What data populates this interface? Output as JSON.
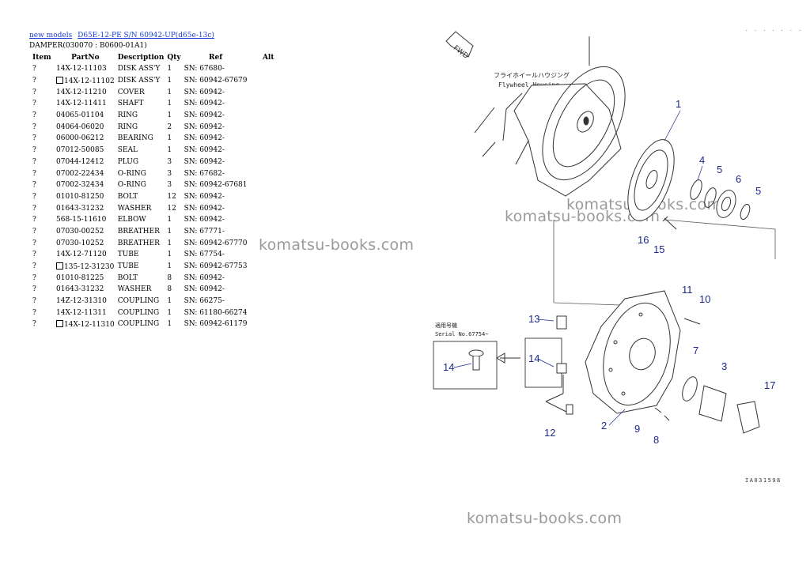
{
  "breadcrumb": {
    "link1": "new models",
    "link2": "D65E-12-PE S/N 60942-UP(d65e-13c)"
  },
  "subtitle": "DAMPER(030070 : B0600-01A1)",
  "columns": [
    "Item",
    "PartNo",
    "Description",
    "Qty",
    "Ref",
    "Alt"
  ],
  "rows": [
    {
      "item": "?",
      "boxed": false,
      "part": "14X-12-11103",
      "desc": "DISK ASS'Y",
      "qty": "1",
      "ref": "SN: 67680-"
    },
    {
      "item": "?",
      "boxed": true,
      "part": "14X-12-11102",
      "desc": "DISK ASS'Y",
      "qty": "1",
      "ref": "SN: 60942-67679"
    },
    {
      "item": "?",
      "boxed": false,
      "part": "14X-12-11210",
      "desc": "COVER",
      "qty": "1",
      "ref": "SN: 60942-"
    },
    {
      "item": "?",
      "boxed": false,
      "part": "14X-12-11411",
      "desc": "SHAFT",
      "qty": "1",
      "ref": "SN: 60942-"
    },
    {
      "item": "?",
      "boxed": false,
      "part": "04065-01104",
      "desc": "RING",
      "qty": "1",
      "ref": "SN: 60942-"
    },
    {
      "item": "?",
      "boxed": false,
      "part": "04064-06020",
      "desc": "RING",
      "qty": "2",
      "ref": "SN: 60942-"
    },
    {
      "item": "?",
      "boxed": false,
      "part": "06000-06212",
      "desc": "BEARING",
      "qty": "1",
      "ref": "SN: 60942-"
    },
    {
      "item": "?",
      "boxed": false,
      "part": "07012-50085",
      "desc": "SEAL",
      "qty": "1",
      "ref": "SN: 60942-"
    },
    {
      "item": "?",
      "boxed": false,
      "part": "07044-12412",
      "desc": "PLUG",
      "qty": "3",
      "ref": "SN: 60942-"
    },
    {
      "item": "?",
      "boxed": false,
      "part": "07002-22434",
      "desc": "O-RING",
      "qty": "3",
      "ref": "SN: 67682-"
    },
    {
      "item": "?",
      "boxed": false,
      "part": "07002-32434",
      "desc": "O-RING",
      "qty": "3",
      "ref": "SN: 60942-67681"
    },
    {
      "item": "?",
      "boxed": false,
      "part": "01010-81250",
      "desc": "BOLT",
      "qty": "12",
      "ref": "SN: 60942-"
    },
    {
      "item": "?",
      "boxed": false,
      "part": "01643-31232",
      "desc": "WASHER",
      "qty": "12",
      "ref": "SN: 60942-"
    },
    {
      "item": "?",
      "boxed": false,
      "part": "568-15-11610",
      "desc": "ELBOW",
      "qty": "1",
      "ref": "SN: 60942-"
    },
    {
      "item": "?",
      "boxed": false,
      "part": "07030-00252",
      "desc": "BREATHER",
      "qty": "1",
      "ref": "SN: 67771-"
    },
    {
      "item": "?",
      "boxed": false,
      "part": "07030-10252",
      "desc": "BREATHER",
      "qty": "1",
      "ref": "SN: 60942-67770"
    },
    {
      "item": "?",
      "boxed": false,
      "part": "14X-12-71120",
      "desc": "TUBE",
      "qty": "1",
      "ref": "SN: 67754-"
    },
    {
      "item": "?",
      "boxed": true,
      "part": "135-12-31230",
      "desc": "TUBE",
      "qty": "1",
      "ref": "SN: 60942-67753"
    },
    {
      "item": "?",
      "boxed": false,
      "part": "01010-81225",
      "desc": "BOLT",
      "qty": "8",
      "ref": "SN: 60942-"
    },
    {
      "item": "?",
      "boxed": false,
      "part": "01643-31232",
      "desc": "WASHER",
      "qty": "8",
      "ref": "SN: 60942-"
    },
    {
      "item": "?",
      "boxed": false,
      "part": "14Z-12-31310",
      "desc": "COUPLING",
      "qty": "1",
      "ref": "SN: 66275-"
    },
    {
      "item": "?",
      "boxed": false,
      "part": "14X-12-11311",
      "desc": "COUPLING",
      "qty": "1",
      "ref": "SN: 61180-66274"
    },
    {
      "item": "?",
      "boxed": true,
      "part": "14X-12-11310",
      "desc": "COUPLING",
      "qty": "1",
      "ref": "SN: 60942-61179"
    }
  ],
  "watermark": "komatsu-books.com",
  "diagram": {
    "fwd": "FWD",
    "housing_jp": "フライホイールハウジング",
    "housing_en": "Flywheel Housing",
    "serial_jp": "適用号機",
    "serial_en": "Serial No.67754~",
    "header_dots": ". . . . . . .",
    "drawing_code": "IA031598",
    "callouts": [
      "1",
      "4",
      "5",
      "6",
      "5",
      "16",
      "15",
      "11",
      "10",
      "13",
      "14",
      "14",
      "7",
      "3",
      "17",
      "2",
      "9",
      "8",
      "12"
    ]
  },
  "colors": {
    "link": "#1a3fd6",
    "callout": "#1c2a8c",
    "watermark": "#9a9a9a"
  }
}
